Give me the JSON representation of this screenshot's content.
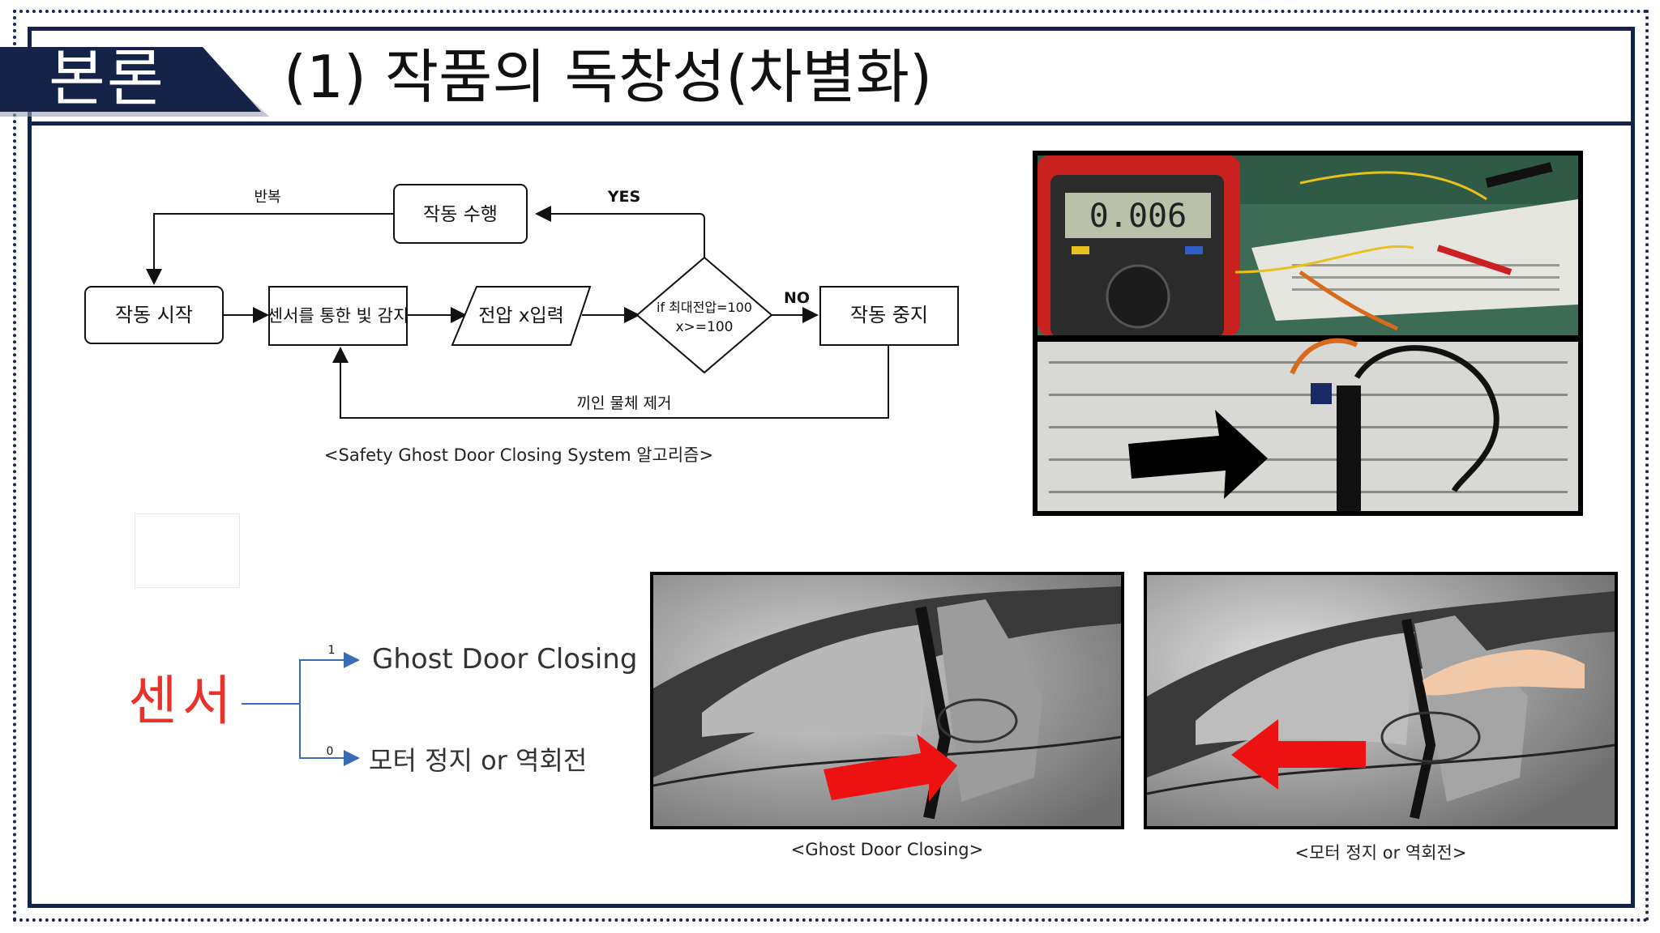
{
  "header": {
    "section_label": "본론",
    "title": "(1) 작품의 독창성(차별화)"
  },
  "flowchart": {
    "nodes": {
      "start": "작동 시작",
      "sense": "센서를 통한 빛 감지",
      "input": "전압 x입력",
      "decision_line1": "if 최대전압=100",
      "decision_line2": "x>=100",
      "perform": "작동 수행",
      "stop": "작동 중지"
    },
    "edges": {
      "repeat": "반복",
      "yes": "YES",
      "no": "NO",
      "remove": "끼인 물체 제거"
    },
    "caption": "<Safety Ghost Door Closing System 알고리즘>"
  },
  "sensor_diagram": {
    "sensor": "센서",
    "branch_1_value": "1",
    "branch_1_label": "Ghost Door Closing",
    "branch_0_value": "0",
    "branch_0_label": "모터 정지 or 역회전",
    "line_color": "#3a6bb5",
    "sensor_color": "#e8322a"
  },
  "photos": {
    "multimeter_reading": "0.006",
    "caption_closing": "<Ghost Door Closing>",
    "caption_reverse": "<모터 정지 or 역회전>"
  },
  "colors": {
    "navy": "#152348",
    "arrow_red": "#ee1111"
  }
}
